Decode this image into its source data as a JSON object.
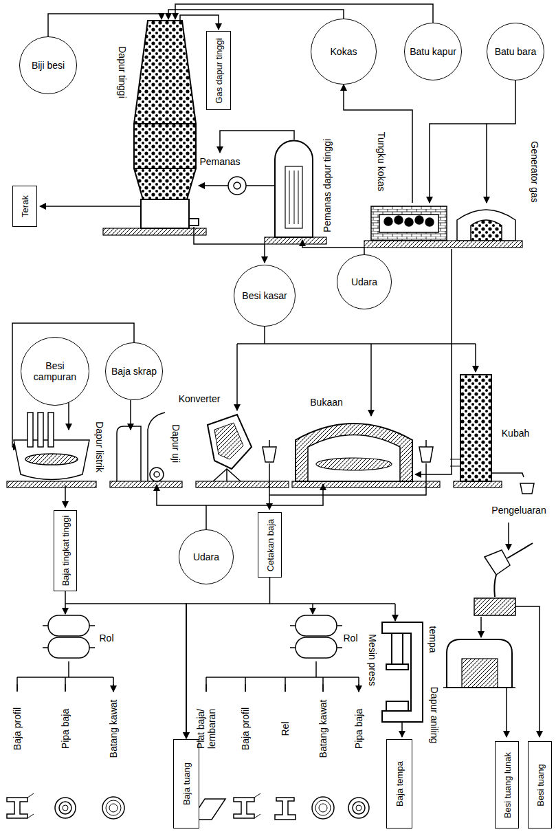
{
  "diagram": {
    "nodes": [
      {
        "text": [
          "Biji besi"
        ]
      },
      {
        "text": [
          "Kokas"
        ]
      },
      {
        "text": [
          "Batu kapur"
        ]
      },
      {
        "text": [
          "Batu bara"
        ]
      },
      {
        "text": [
          "Gas dapur tinggi"
        ]
      },
      {
        "text": [
          "Terak"
        ]
      },
      {
        "text": [
          "Besi kasar"
        ]
      },
      {
        "text": [
          "Udara"
        ]
      },
      {
        "text": [
          "Besi campuran"
        ]
      },
      {
        "text": [
          "Baja skrap"
        ]
      },
      {
        "text": [
          "Udara"
        ]
      },
      {
        "text": [
          "Baja tingkat tinggi"
        ]
      },
      {
        "text": [
          "Cetakan baja"
        ]
      },
      {
        "text": [
          "Baja tuang"
        ]
      },
      {
        "text": [
          "Baja tempa"
        ]
      },
      {
        "text": [
          "Besi tuang lunak"
        ]
      },
      {
        "text": [
          "Besi tuang"
        ]
      }
    ],
    "edges": [
      {
        "from": 11,
        "to": 13,
        "arrow": "to"
      },
      {
        "from": 12,
        "to": 13,
        "arrow": "to"
      }
    ],
    "labels": [
      "Dapur tinggi",
      "Pemanas",
      "Pemanas dapur tinggi",
      "Tungku kokas",
      "Generator gas",
      "Dapur listrik",
      "Dapur uji",
      "Konverter",
      "Bukaan",
      "Kubah",
      "Pengeluaran",
      "Rol",
      "Mesin press",
      "tempa",
      "Rol",
      "Dapur aniling",
      "Baja profil",
      "Pipa baja",
      "Batang kawat",
      "Plat baja/ lembaran",
      "Baja profil",
      "Rel",
      "Batang kawat",
      "Pipa baja"
    ]
  }
}
